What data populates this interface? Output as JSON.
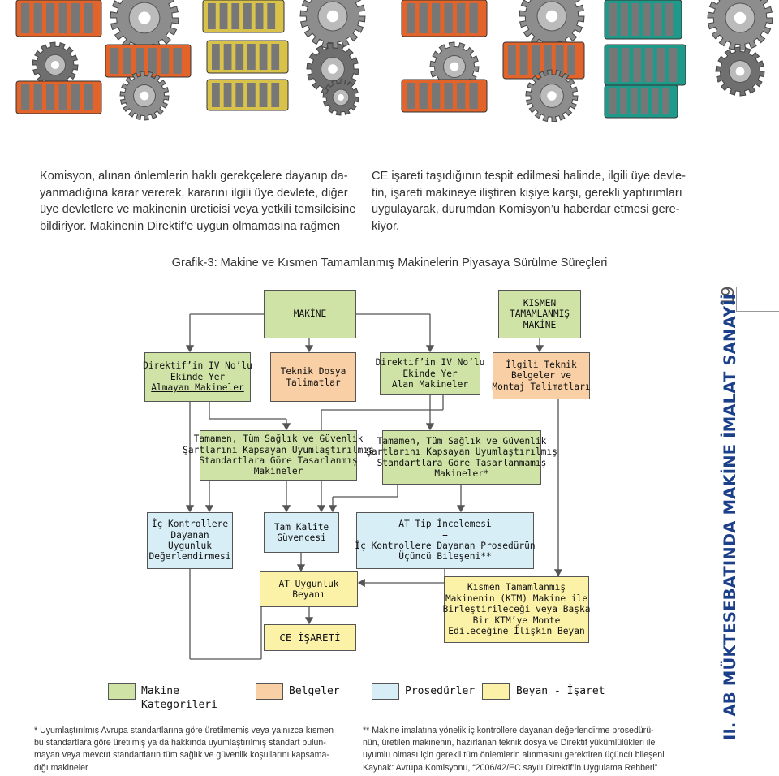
{
  "page": {
    "banner_image": "machine-parts-photo-strip"
  },
  "text_left": {
    "lines": [
      "Komisyon, alınan önlemlerin haklı gerekçelere dayanıp da-",
      "yanmadığına karar vererek, kararını ilgili üye devlete, diğer",
      "üye devletlere ve makinenin üreticisi veya yetkili temsilcisine",
      "bildiriyor. Makinenin Direktif’e uygun olmamasına rağmen"
    ]
  },
  "text_right": {
    "lines": [
      "CE işareti taşıdığının tespit edilmesi halinde, ilgili üye devle-",
      "tin, işareti makineye iliştiren kişiye karşı, gerekli yaptırımları",
      "uygulayarak, durumdan Komisyon’u haberdar etmesi gere-",
      "kiyor."
    ]
  },
  "figure": {
    "caption": "Grafik-3: Makine ve Kısmen Tamamlanmış Makinelerin Piyasaya Sürülme Süreçleri",
    "boxes": {
      "makine": [
        "MAKİNE"
      ],
      "kismen": [
        "KISMEN",
        "TAMAMLANMIŞ",
        "MAKİNE"
      ],
      "almayan": [
        "Direktif’in IV No’lu",
        "Ekinde Yer",
        "Almayan Makineler"
      ],
      "teknik": [
        "Teknik Dosya",
        "Talimatlar"
      ],
      "alan": [
        "Direktif’in IV No’lu",
        "Ekinde Yer",
        "Alan Makineler"
      ],
      "ilgili": [
        "İlgili Teknik",
        "Belgeler ve",
        "Montaj Talimatları"
      ],
      "tamamen1": [
        "Tamamen, Tüm Sağlık ve Güvenlik",
        "Şartlarını Kapsayan Uyumlaştırılmış",
        "Standartlara Göre Tasarlanmış",
        "Makineler"
      ],
      "tamamen2": [
        "Tamamen, Tüm Sağlık ve Güvenlik",
        "Şartlarını Kapsayan Uyumlaştırılmış",
        "Standartlara Göre Tasarlanmamış",
        "Makineler*"
      ],
      "ic": [
        "İç Kontrollere",
        "Dayanan",
        "Uygunluk",
        "Değerlendirmesi"
      ],
      "tam": [
        "Tam Kalite",
        "Güvencesi"
      ],
      "attip": [
        "AT Tip İncelemesi",
        "+",
        "İç Kontrollere Dayanan Prosedürün",
        "Üçüncü Bileşeni**"
      ],
      "atuygunluk": [
        "AT Uygunluk",
        "Beyanı"
      ],
      "ktm": [
        "Kısmen Tamamlanmış",
        "Makinenin (KTM) Makine ile",
        "Birleştirileceği veya Başka",
        "Bir KTM’ye Monte",
        "Edileceğine İlişkin Beyan"
      ],
      "ce": [
        "CE İŞARETİ"
      ]
    },
    "legend": {
      "items": [
        {
          "label": [
            "Makine",
            "Kategorileri"
          ],
          "color": "#cfe3a6"
        },
        {
          "label": [
            "Belgeler"
          ],
          "color": "#f9cfa5"
        },
        {
          "label": [
            "Prosedürler"
          ],
          "color": "#d8eef6"
        },
        {
          "label": [
            "Beyan - İşaret"
          ],
          "color": "#fbf2a8"
        }
      ]
    }
  },
  "footnote_left": {
    "lines": [
      "* Uyumlaştırılmış Avrupa standartlarına göre üretilmemiş veya yalnızca kısmen",
      "bu standartlara göre üretilmiş ya da hakkında uyumlaştırılmış standart bulun-",
      "mayan veya mevcut standartların tüm sağlık ve güvenlik koşullarını kapsama-",
      "dığı makineler"
    ]
  },
  "footnote_right": {
    "lines": [
      "** Makine imalatına yönelik iç kontrollere dayanan değerlendirme prosedürü-",
      "nün, üretilen makinenin, hazırlanan teknik dosya ve Direktif yükümlülükleri ile",
      "uyumlu olması için gerekli tüm önlemlerin alınmasını gerektiren üçüncü bileşeni",
      "Kaynak: Avrupa Komisyonu, “2006/42/EC sayılı Direktif’in Uygulama Rehberi”"
    ]
  },
  "sidebar": {
    "page_number": "19",
    "title": "II. AB MÜKTESEBATINDA MAKİNE İMALAT SANAYİİ",
    "title_color": "#1c3f8a"
  }
}
